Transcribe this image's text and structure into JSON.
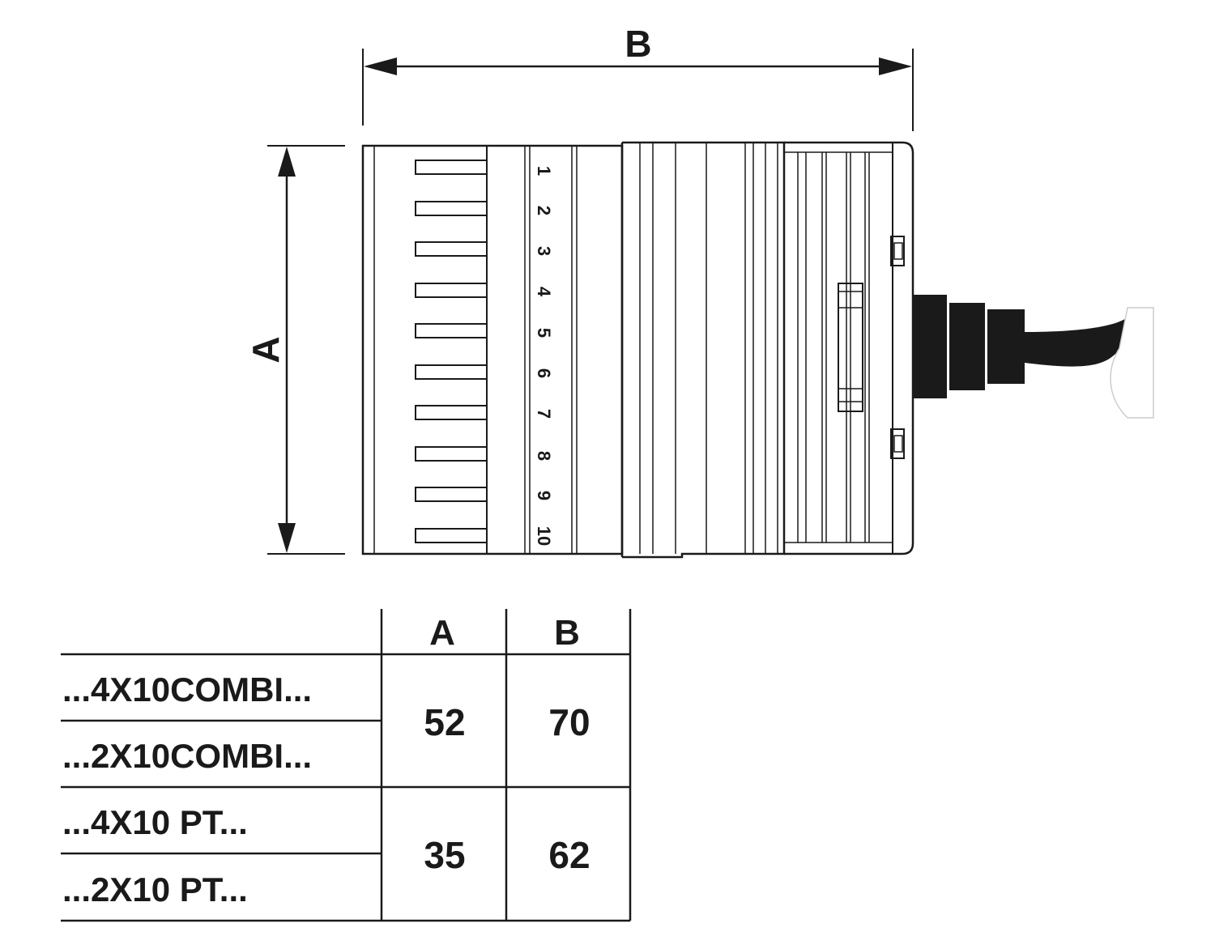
{
  "dimensions": {
    "width_label": "B",
    "height_label": "A"
  },
  "positions": [
    "1",
    "2",
    "3",
    "4",
    "5",
    "6",
    "7",
    "8",
    "9",
    "10"
  ],
  "table": {
    "headers": [
      "A",
      "B"
    ],
    "rows": [
      {
        "label": "...4X10COMBI..."
      },
      {
        "label": "...2X10COMBI..."
      },
      {
        "label": "...4X10 PT..."
      },
      {
        "label": "...2X10 PT..."
      }
    ],
    "groups": [
      {
        "a": "52",
        "b": "70"
      },
      {
        "a": "35",
        "b": "62"
      }
    ]
  }
}
